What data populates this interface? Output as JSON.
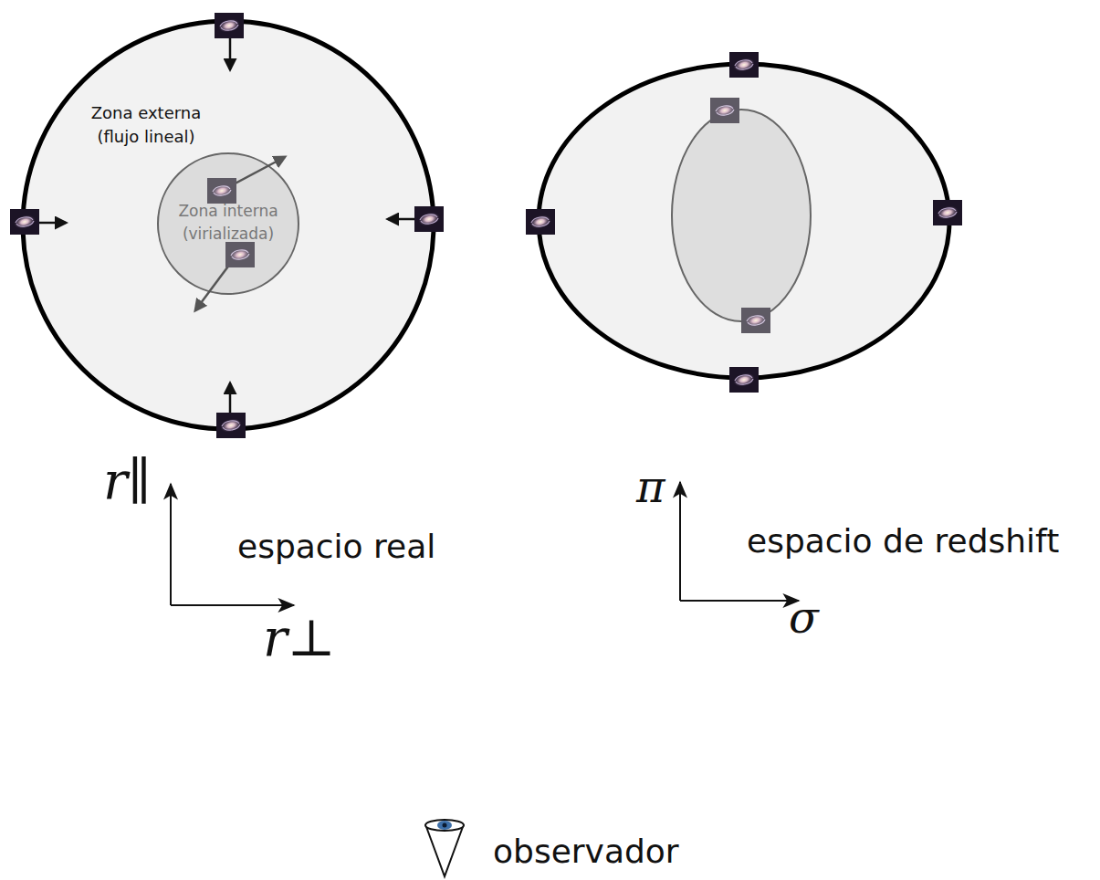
{
  "diagram": {
    "nodes": [
      {
        "text": [
          "Zona externa (flujo lineal)"
        ]
      },
      {
        "text": [
          "Zona interna (virializada)"
        ],
        "in": 0
      }
    ],
    "labels": [
      "r∥",
      "espacio real",
      "r⊥",
      "π",
      "espacio de redshift",
      "σ",
      "observador"
    ]
  }
}
